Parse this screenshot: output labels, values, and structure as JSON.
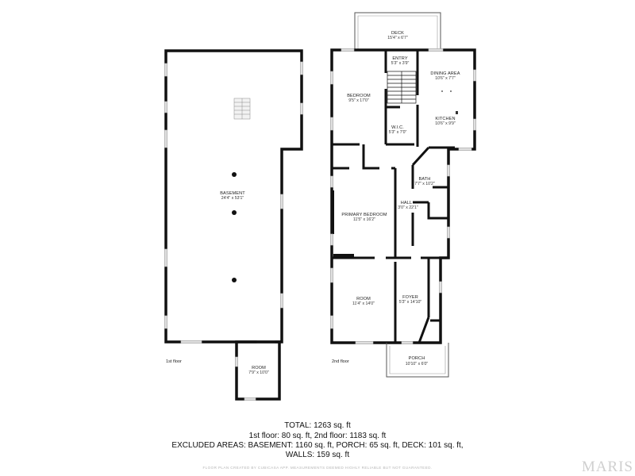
{
  "floors": {
    "first": {
      "label": "1st floor",
      "rooms": {
        "basement": {
          "name": "BASEMENT",
          "dims": "24'4\" x 53'1\""
        },
        "room": {
          "name": "ROOM",
          "dims": "7'9\" x 10'0\""
        }
      }
    },
    "second": {
      "label": "2nd floor",
      "rooms": {
        "deck": {
          "name": "DECK",
          "dims": "15'4\" x 6'7\""
        },
        "entry": {
          "name": "ENTRY",
          "dims": "5'3\" x 3'9\""
        },
        "dining": {
          "name": "DINING AREA",
          "dims": "10'6\" x 7'7\""
        },
        "bedroom": {
          "name": "BEDROOM",
          "dims": "9'5\" x 17'0\""
        },
        "kitchen": {
          "name": "KITCHEN",
          "dims": "10'6\" x 9'9\""
        },
        "wic": {
          "name": "W.I.C.",
          "dims": "5'3\" x 7'0\""
        },
        "bath": {
          "name": "BATH",
          "dims": "7'7\" x 10'2\""
        },
        "hall": {
          "name": "HALL",
          "dims": "3'0\" x 22'1\""
        },
        "primary": {
          "name": "PRIMARY BEDROOM",
          "dims": "11'5\" x 16'2\""
        },
        "room": {
          "name": "ROOM",
          "dims": "11'4\" x 14'0\""
        },
        "foyer": {
          "name": "FOYER",
          "dims": "5'3\" x 14'10\""
        },
        "porch": {
          "name": "PORCH",
          "dims": "10'10\" x 6'0\""
        }
      }
    }
  },
  "summary": {
    "total": "TOTAL: 1263 sq. ft",
    "floors_line": "1st floor: 80 sq. ft, 2nd floor: 1183 sq. ft",
    "excluded_line": "EXCLUDED AREAS: BASEMENT: 1160 sq. ft, PORCH: 65 sq. ft, DECK: 101 sq. ft,",
    "walls_line": "WALLS: 159 sq. ft"
  },
  "disclaimer": "FLOOR PLAN CREATED BY CUBICASA APP. MEASUREMENTS DEEMED HIGHLY RELIABLE BUT NOT GUARANTEED.",
  "brand": "MARIS",
  "colors": {
    "wall": "#111111",
    "window": "#cfcfcf",
    "text": "#222222",
    "brand": "#cfcfcf"
  }
}
